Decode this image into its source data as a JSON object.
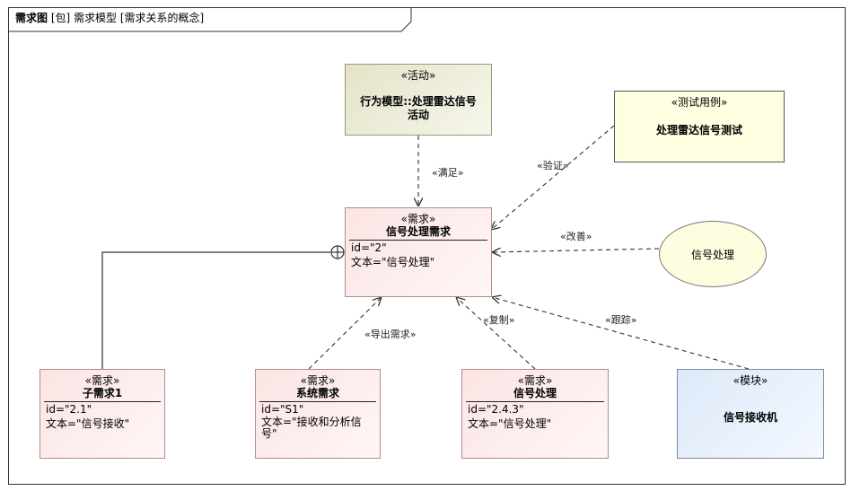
{
  "diagram": {
    "kind": "需求图",
    "package": "[包] 需求模型",
    "name": "[需求关系的概念]"
  },
  "elements": {
    "activity": {
      "stereotype": "«活动»",
      "name_line1": "行为模型::处理雷达信号",
      "name_line2": "活动"
    },
    "test_case": {
      "stereotype": "«测试用例»",
      "name": "处理雷达信号测试"
    },
    "main_req": {
      "stereotype": "«需求»",
      "name": "信号处理需求",
      "id": "id=\"2\"",
      "text": "文本=\"信号处理\""
    },
    "use_case": {
      "name": "信号处理"
    },
    "sub_req": {
      "stereotype": "«需求»",
      "name": "子需求1",
      "id": "id=\"2.1\"",
      "text": "文本=\"信号接收\""
    },
    "sys_req": {
      "stereotype": "«需求»",
      "name": "系统需求",
      "id": "id=\"S1\"",
      "text_line1": "文本=\"接收和分析信",
      "text_line2": "号\""
    },
    "sig_req": {
      "stereotype": "«需求»",
      "name": "信号处理",
      "id": "id=\"2.4.3\"",
      "text": "文本=\"信号处理\""
    },
    "block": {
      "stereotype": "«模块»",
      "name": "信号接收机"
    }
  },
  "relations": {
    "satisfy": "«满足»",
    "verify": "«验证»",
    "refine": "«改善»",
    "derive": "«导出需求»",
    "copy": "«复制»",
    "trace": "«跟踪»"
  }
}
